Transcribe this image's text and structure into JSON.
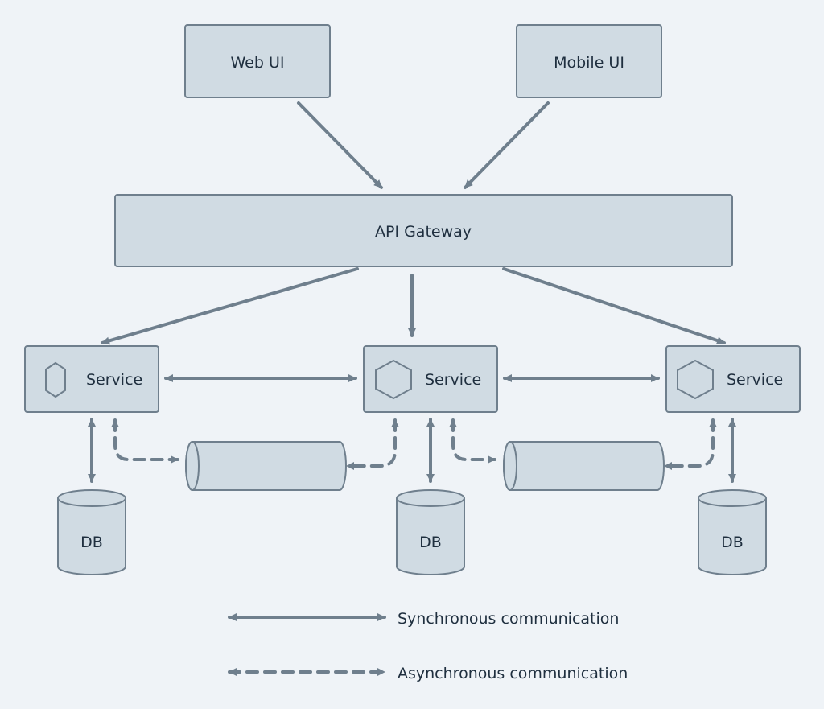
{
  "colors": {
    "background": "#eff3f7",
    "box_fill": "#d0dbe3",
    "stroke": "#6f7f8d",
    "text": "#1f2f3f"
  },
  "clients": {
    "web": "Web UI",
    "mobile": "Mobile UI"
  },
  "gateway": {
    "label": "API Gateway"
  },
  "services": [
    {
      "label": "Service",
      "icon": "hexagon-icon"
    },
    {
      "label": "Service",
      "icon": "hexagon-icon"
    },
    {
      "label": "Service",
      "icon": "hexagon-icon"
    }
  ],
  "databases": [
    {
      "label": "DB"
    },
    {
      "label": "DB"
    },
    {
      "label": "DB"
    }
  ],
  "queues": [
    {
      "icon": "message-queue-cylinder"
    },
    {
      "icon": "message-queue-cylinder"
    }
  ],
  "legend": {
    "sync": "Synchronous communication",
    "async": "Asynchronous communication"
  }
}
